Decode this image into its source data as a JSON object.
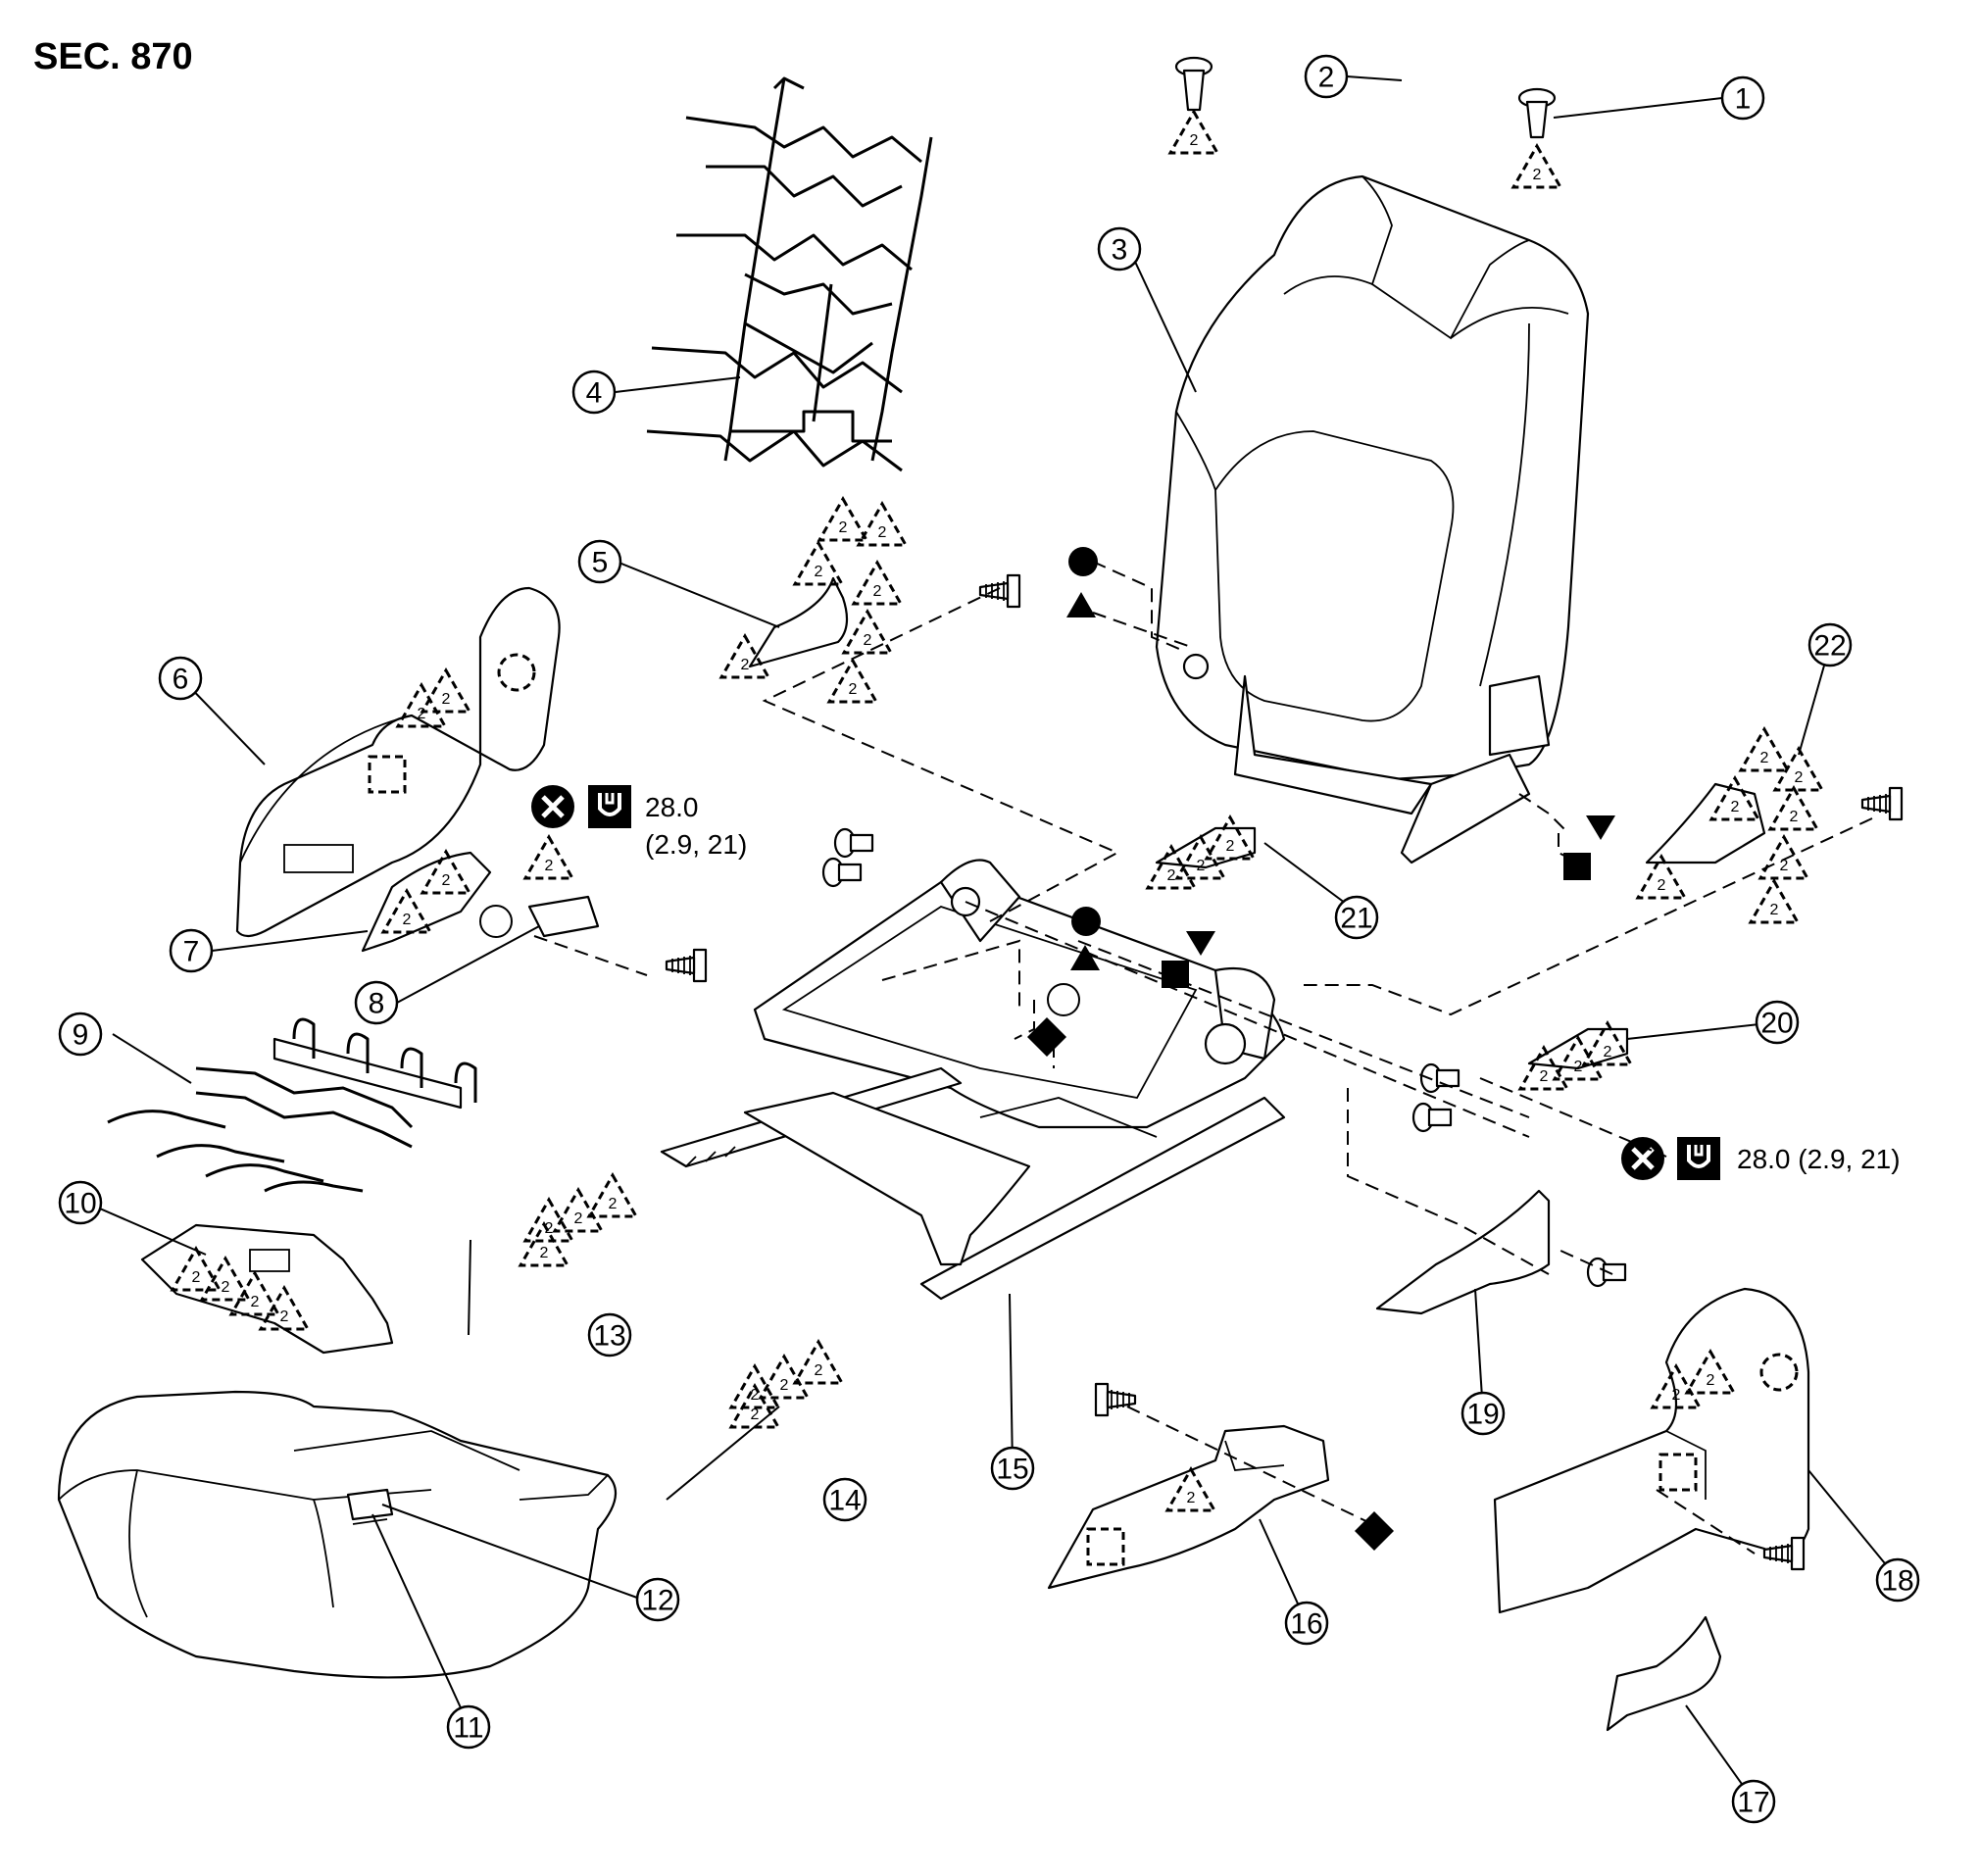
{
  "heading": "SEC. 870",
  "callouts": [
    {
      "id": "1",
      "label": "1"
    },
    {
      "id": "2",
      "label": "2"
    },
    {
      "id": "3",
      "label": "3"
    },
    {
      "id": "4",
      "label": "4"
    },
    {
      "id": "5",
      "label": "5"
    },
    {
      "id": "6",
      "label": "6"
    },
    {
      "id": "7",
      "label": "7"
    },
    {
      "id": "8",
      "label": "8"
    },
    {
      "id": "9",
      "label": "9"
    },
    {
      "id": "10",
      "label": "10"
    },
    {
      "id": "11",
      "label": "11"
    },
    {
      "id": "12",
      "label": "12"
    },
    {
      "id": "13",
      "label": "13"
    },
    {
      "id": "14",
      "label": "14"
    },
    {
      "id": "15",
      "label": "15"
    },
    {
      "id": "16",
      "label": "16"
    },
    {
      "id": "17",
      "label": "17"
    },
    {
      "id": "18",
      "label": "18"
    },
    {
      "id": "19",
      "label": "19"
    },
    {
      "id": "20",
      "label": "20"
    },
    {
      "id": "21",
      "label": "21"
    },
    {
      "id": "22",
      "label": "22"
    }
  ],
  "torque_specs": {
    "upper_left": {
      "value": "28.0",
      "units": "(2.9, 21)"
    },
    "lower_right": {
      "text": "28.0 (2.9, 21)"
    }
  },
  "symbol_names": [
    "replace-x-icon",
    "torque-wrench-icon",
    "solid-circle-marker",
    "solid-triangle-marker",
    "solid-square-marker",
    "inverted-triangle-marker",
    "solid-diamond-marker",
    "hollow-circle-marker",
    "clip-triangle-icon",
    "clip-square-icon",
    "clip-circle-icon"
  ],
  "colors": {
    "ink": "#000000",
    "background": "#ffffff"
  }
}
